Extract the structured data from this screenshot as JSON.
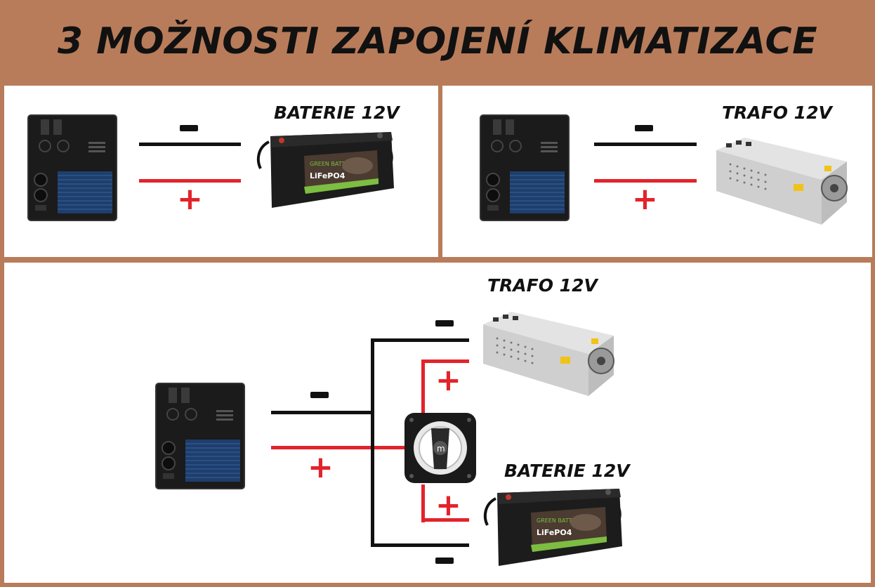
{
  "title": "3 MOŽNOSTI ZAPOJENÍ KLIMATIZACE",
  "colors": {
    "background": "#b87c5a",
    "panel": "#ffffff",
    "wire_negative": "#111111",
    "wire_positive": "#e3232b"
  },
  "option_battery": {
    "label": "BATERIE 12V",
    "sign_plus": "+"
  },
  "option_transformer": {
    "label": "TRAFO 12V",
    "sign_plus": "+"
  },
  "option_combined": {
    "transformer_label": "TRAFO 12V",
    "battery_label": "BATERIE 12V",
    "sign_plus": "+"
  },
  "battery_print": {
    "brand": "GREEN BATTERY",
    "chem": "LiFePO4"
  },
  "icons": [
    "air-conditioner-icon",
    "battery-icon",
    "power-supply-icon",
    "battery-switch-icon"
  ]
}
